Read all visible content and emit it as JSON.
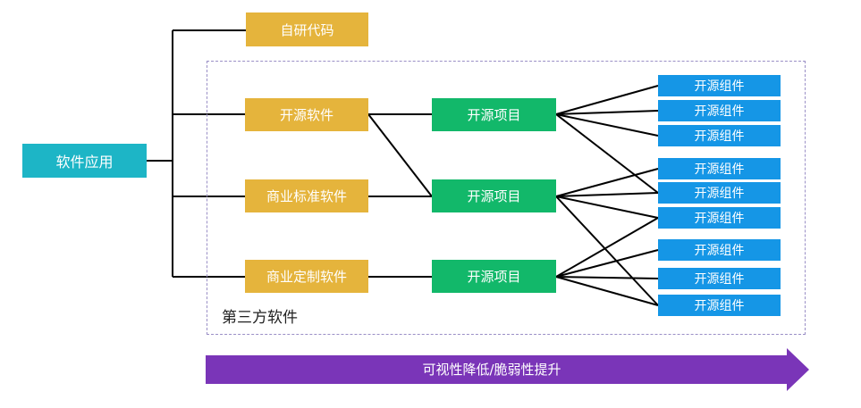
{
  "app": {
    "label": "软件应用"
  },
  "self_code": {
    "label": "自研代码"
  },
  "software": [
    {
      "label": "开源软件"
    },
    {
      "label": "商业标准软件"
    },
    {
      "label": "商业定制软件"
    }
  ],
  "projects": [
    {
      "label": "开源项目"
    },
    {
      "label": "开源项目"
    },
    {
      "label": "开源项目"
    }
  ],
  "components": [
    {
      "label": "开源组件"
    },
    {
      "label": "开源组件"
    },
    {
      "label": "开源组件"
    },
    {
      "label": "开源组件"
    },
    {
      "label": "开源组件"
    },
    {
      "label": "开源组件"
    },
    {
      "label": "开源组件"
    },
    {
      "label": "开源组件"
    },
    {
      "label": "开源组件"
    }
  ],
  "region": {
    "label": "第三方软件"
  },
  "arrow": {
    "label": "可视性降低/脆弱性提升",
    "color": "#7a35b8"
  }
}
